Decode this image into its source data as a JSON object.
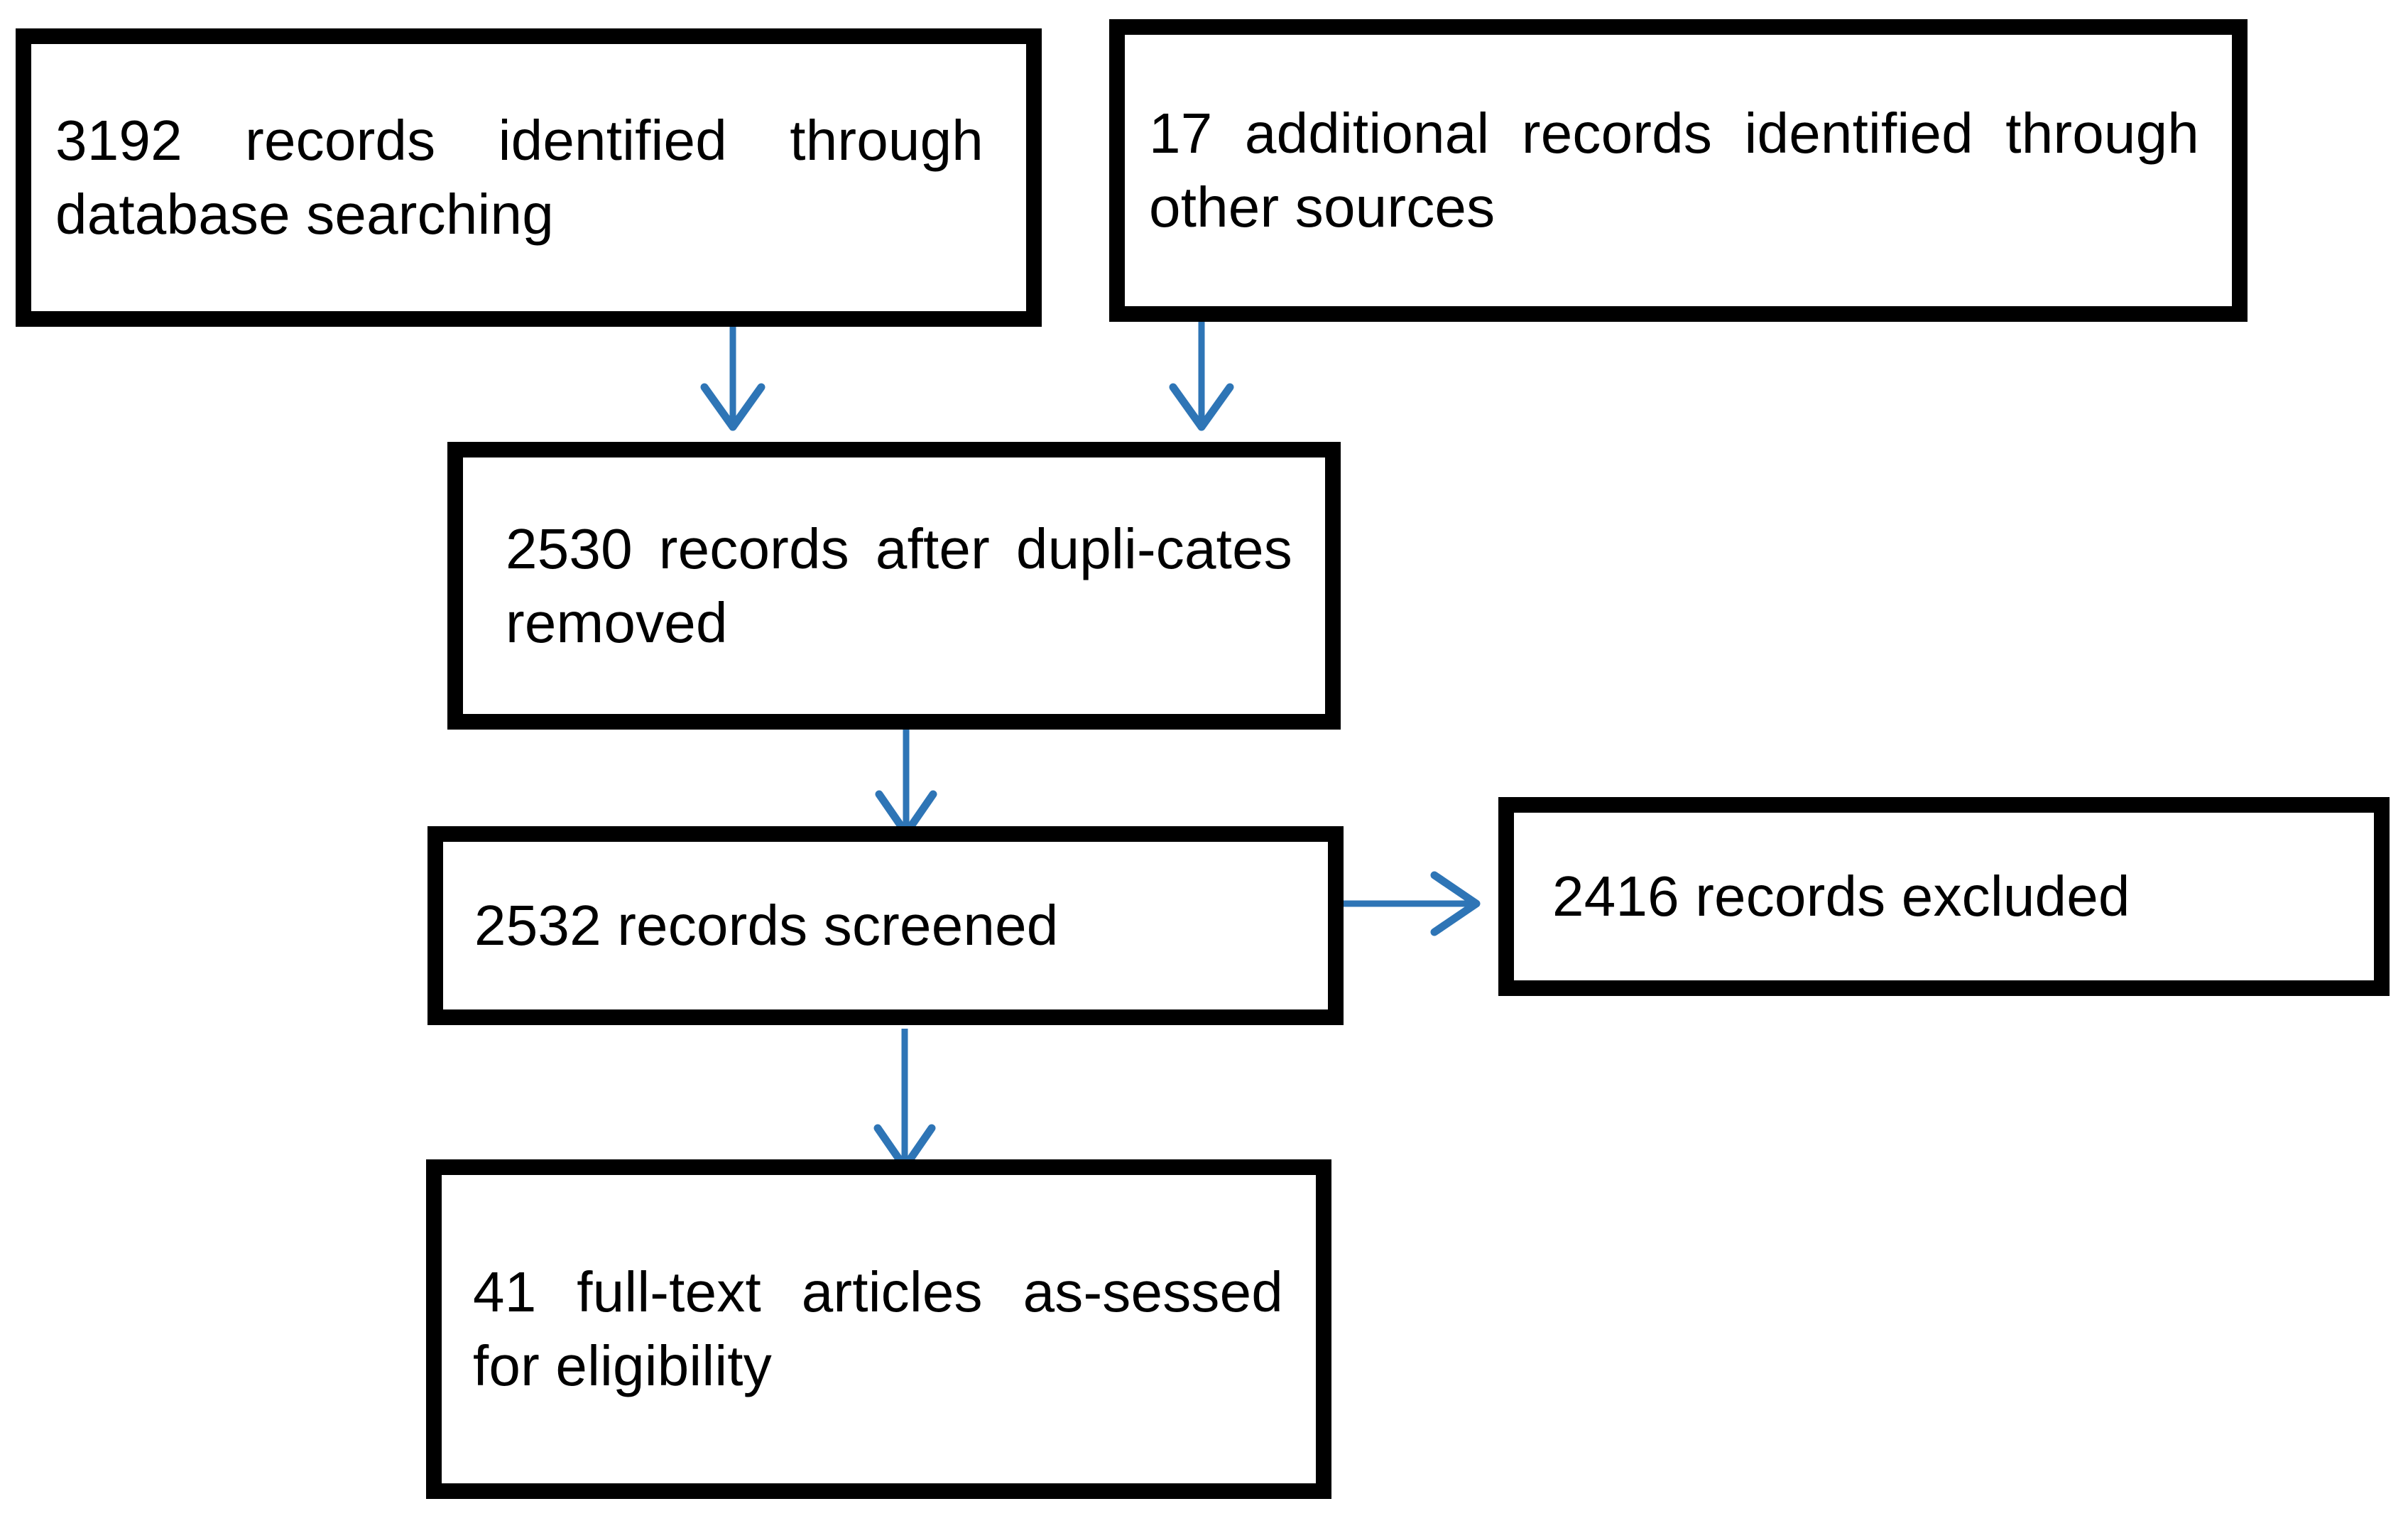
{
  "diagram": {
    "type": "prisma-flow-diagram",
    "background_color": "#ffffff",
    "box_border_color": "#000000",
    "text_color": "#000000",
    "arrow_color": "#2e75b6",
    "nodes": [
      {
        "id": "records-identified-database",
        "text": "3192 records identified through database searching",
        "count": 3192
      },
      {
        "id": "records-identified-other-sources",
        "text": "17 additional records identified through other sources",
        "count": 17
      },
      {
        "id": "records-after-duplicates-removed",
        "text": "2530 records after dupli-cates removed",
        "count": 2530
      },
      {
        "id": "records-screened",
        "text": "2532 records screened",
        "count": 2532
      },
      {
        "id": "records-excluded",
        "text": "2416 records excluded",
        "count": 2416
      },
      {
        "id": "full-text-articles-assessed",
        "text": "41 full-text articles as-sessed for eligibility",
        "count": 41
      }
    ],
    "edges": [
      {
        "from": "records-identified-database",
        "to": "records-after-duplicates-removed",
        "direction": "down"
      },
      {
        "from": "records-identified-other-sources",
        "to": "records-after-duplicates-removed",
        "direction": "down"
      },
      {
        "from": "records-after-duplicates-removed",
        "to": "records-screened",
        "direction": "down"
      },
      {
        "from": "records-screened",
        "to": "records-excluded",
        "direction": "right"
      },
      {
        "from": "records-screened",
        "to": "full-text-articles-assessed",
        "direction": "down"
      }
    ]
  }
}
